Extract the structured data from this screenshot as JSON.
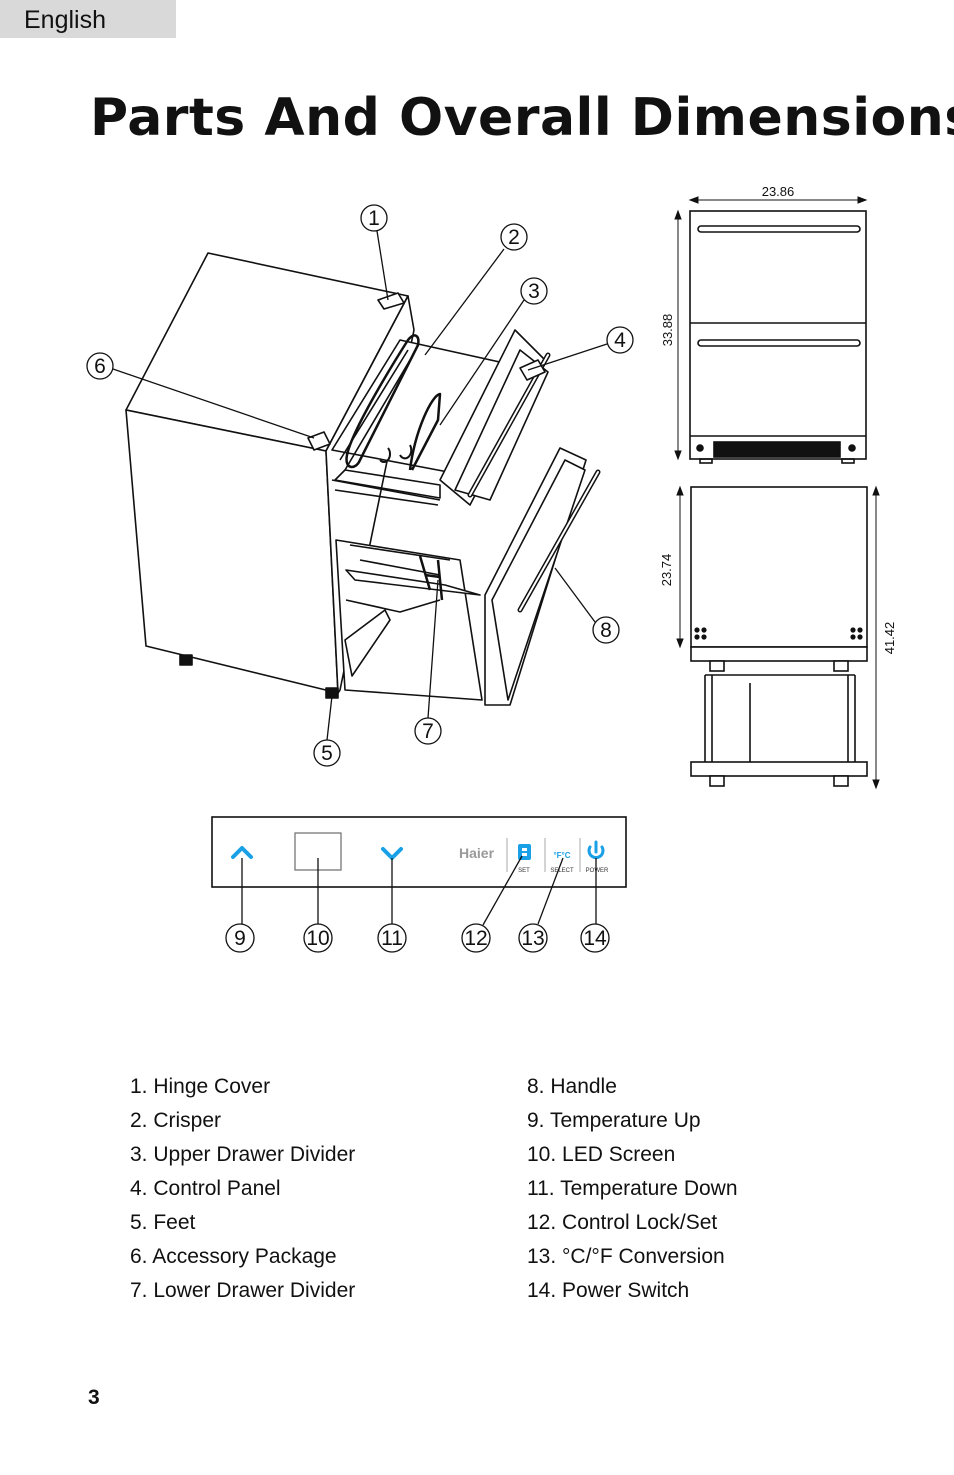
{
  "header": {
    "language_tab": "English"
  },
  "page_title": "Parts And Overall Dimensions",
  "callouts": {
    "c1": "1",
    "c2": "2",
    "c3": "3",
    "c4": "4",
    "c5": "5",
    "c6": "6",
    "c7": "7",
    "c8": "8",
    "c9": "9",
    "c10": "10",
    "c11": "11",
    "c12": "12",
    "c13": "13",
    "c14": "14"
  },
  "dimensions": {
    "width": "23.86",
    "height": "33.88",
    "depth": "23.74",
    "depth_open": "41.42"
  },
  "control_panel": {
    "brand": "Haier",
    "set_label": "SET",
    "select_label": "SELECT",
    "power_label": "POWER",
    "unit_symbol": "°F°C"
  },
  "parts_left": [
    "1. Hinge Cover",
    "2. Crisper",
    "3. Upper Drawer Divider",
    "4. Control Panel",
    "5. Feet",
    "6. Accessory Package",
    "7. Lower Drawer Divider"
  ],
  "parts_right": [
    "8.  Handle",
    "9. Temperature Up",
    "10. LED Screen",
    "11. Temperature Down",
    "12. Control Lock/Set",
    "13. °C/°F Conversion",
    "14. Power Switch"
  ],
  "page_number": "3",
  "colors": {
    "accent": "#1aa0e6",
    "tab_bg": "#d9d9d9"
  }
}
